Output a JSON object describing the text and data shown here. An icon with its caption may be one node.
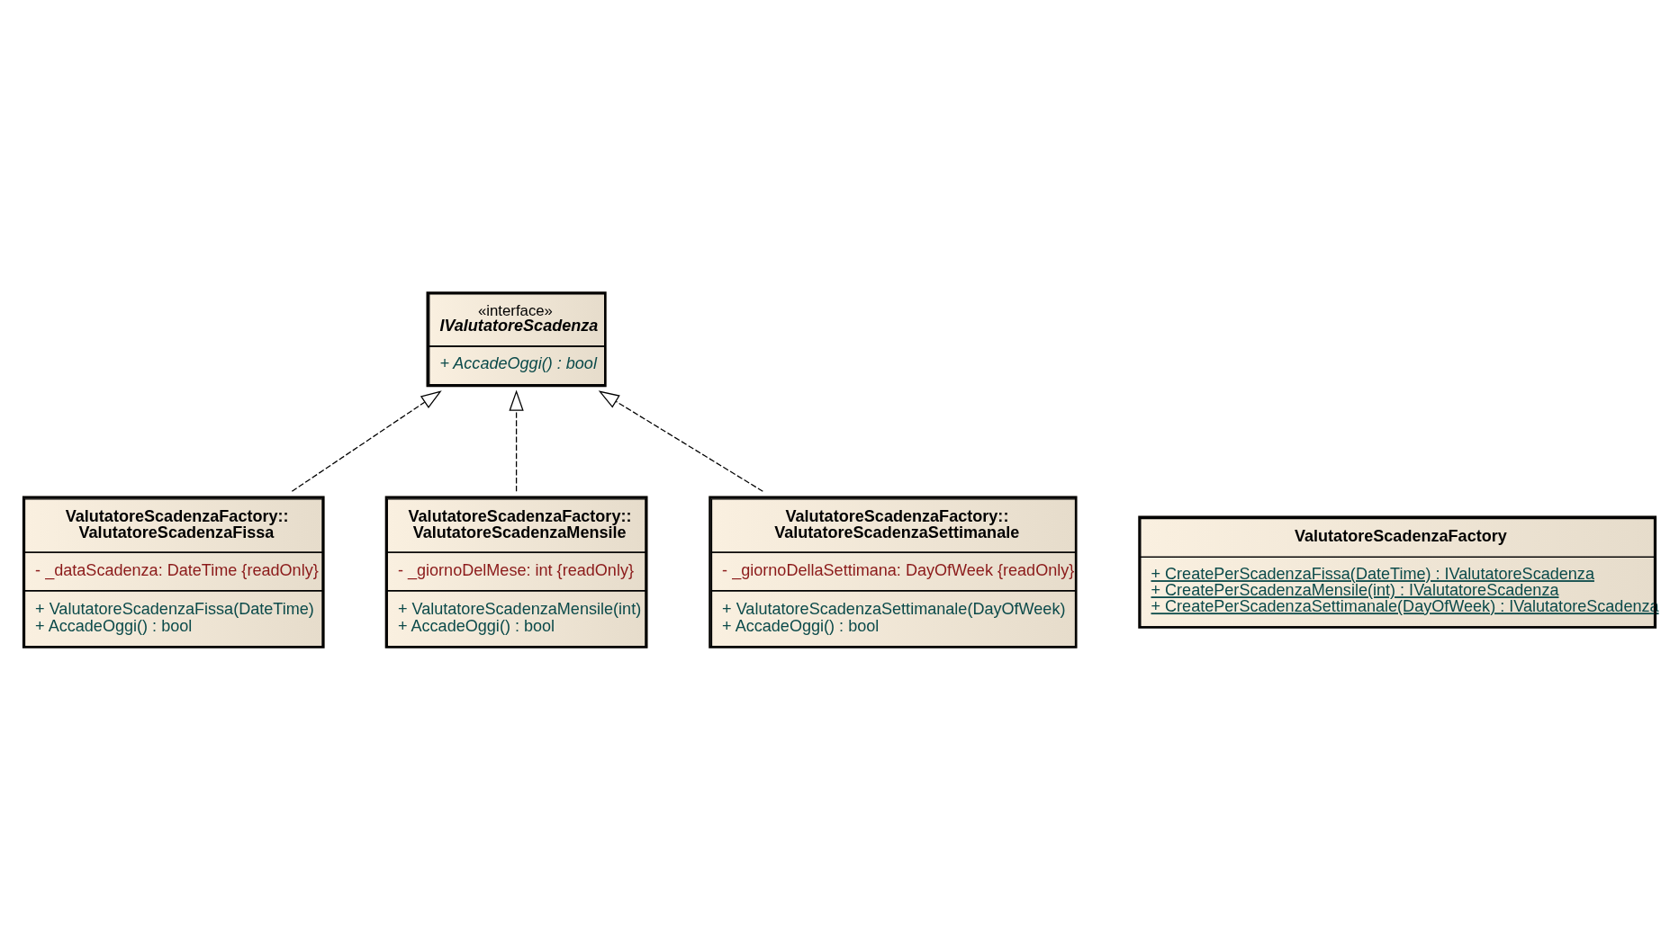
{
  "diagram": {
    "nodes": [
      {
        "text": [
          "«interface»",
          "IValutatoreScadenza",
          "+ AccadeOggi() : bool"
        ]
      },
      {
        "text": [
          "ValutatoreScadenzaFactory:: ValutatoreScadenzaFissa",
          "- _dataScadenza: DateTime {readOnly}",
          "+ ValutatoreScadenzaFissa(DateTime)",
          "+ AccadeOggi() : bool"
        ]
      },
      {
        "text": [
          "ValutatoreScadenzaFactory:: ValutatoreScadenzaMensile",
          "- _giornoDelMese: int {readOnly}",
          "+ ValutatoreScadenzaMensile(int)",
          "+ AccadeOggi() : bool"
        ]
      },
      {
        "text": [
          "ValutatoreScadenzaFactory:: ValutatoreScadenzaSettimanale",
          "- _giornoDellaSettimana: DayOfWeek {readOnly}",
          "+ ValutatoreScadenzaSettimanale(DayOfWeek)",
          "+ AccadeOggi() : bool"
        ]
      },
      {
        "text": [
          "ValutatoreScadenzaFactory",
          "+ CreatePerScadenzaFissa(DateTime) : IValutatoreScadenza",
          "+ CreatePerScadenzaMensile(int) : IValutatoreScadenza",
          "+ CreatePerScadenzaSettimanale(DayOfWeek) : IValutatoreScadenza"
        ]
      }
    ],
    "edges": [
      {
        "from": 1,
        "to": 0,
        "arrow": "to",
        "style": "dashed"
      },
      {
        "from": 2,
        "to": 0,
        "arrow": "to",
        "style": "dashed"
      },
      {
        "from": 3,
        "to": 0,
        "arrow": "to",
        "style": "dashed"
      }
    ]
  }
}
